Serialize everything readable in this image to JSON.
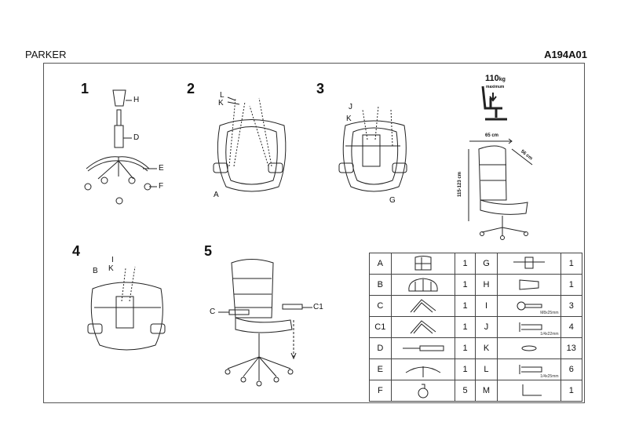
{
  "header": {
    "title": "PARKER",
    "code": "A194A01"
  },
  "steps": [
    "1",
    "2",
    "3",
    "4",
    "5"
  ],
  "labels": {
    "s1": [
      "H",
      "D",
      "E",
      "F"
    ],
    "s2": [
      "L",
      "K",
      "A"
    ],
    "s3": [
      "J",
      "K",
      "G"
    ],
    "s4": [
      "I",
      "K",
      "B"
    ],
    "s5": [
      "C",
      "C1"
    ]
  },
  "specs": {
    "max_weight": "110",
    "weight_unit": "kg",
    "max_label": "maximum",
    "width": "65 cm",
    "depth": "56 cm",
    "height": "115-123 cm"
  },
  "parts": [
    {
      "left": {
        "id": "A",
        "qty": "1",
        "icon": "backrest-icon"
      },
      "right": {
        "id": "G",
        "qty": "1",
        "icon": "mechanism-icon"
      }
    },
    {
      "left": {
        "id": "B",
        "qty": "1",
        "icon": "seat-icon"
      },
      "right": {
        "id": "H",
        "qty": "1",
        "icon": "cover-icon"
      }
    },
    {
      "left": {
        "id": "C",
        "qty": "1",
        "icon": "armrest-icon"
      },
      "right": {
        "id": "I",
        "qty": "3",
        "icon": "bolt-icon",
        "spec": "M8x25mm"
      }
    },
    {
      "left": {
        "id": "C1",
        "qty": "1",
        "icon": "armrest-icon"
      },
      "right": {
        "id": "J",
        "qty": "4",
        "icon": "screw-icon",
        "spec": "1/4x22mm"
      }
    },
    {
      "left": {
        "id": "D",
        "qty": "1",
        "icon": "gas-lift-icon"
      },
      "right": {
        "id": "K",
        "qty": "13",
        "icon": "washer-icon"
      }
    },
    {
      "left": {
        "id": "E",
        "qty": "1",
        "icon": "base-icon"
      },
      "right": {
        "id": "L",
        "qty": "6",
        "icon": "screw-icon",
        "spec": "1/4x25mm"
      }
    },
    {
      "left": {
        "id": "F",
        "qty": "5",
        "icon": "caster-icon"
      },
      "right": {
        "id": "M",
        "qty": "1",
        "icon": "hex-key-icon"
      }
    }
  ]
}
